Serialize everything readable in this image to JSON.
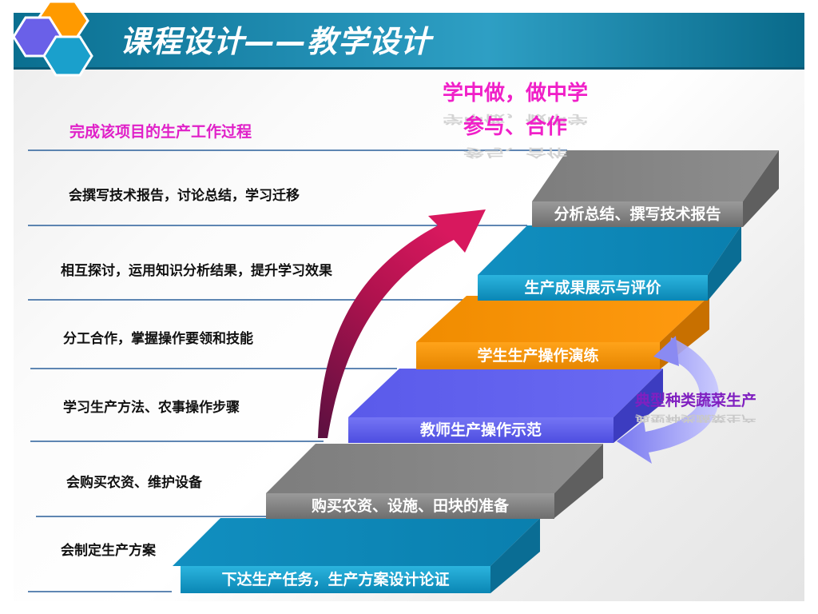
{
  "title": "课程设计——教学设计",
  "section_heading": "完成该项目的生产工作过程",
  "motto": [
    "学中做，做中学",
    "参与、合作"
  ],
  "side_caption": "典型种类蔬菜生产",
  "left_labels": [
    "会撰写技术报告，讨论总结，学习迁移",
    "相互探讨，运用知识分析结果，提升学习效果",
    "分工合作，掌握操作要领和技能",
    "学习生产方法、农事操作步骤",
    "会购买农资、维护设备",
    "会制定生产方案"
  ],
  "steps": [
    {
      "label": "下达生产任务，生产方案设计论证",
      "color": "#1aa0cc"
    },
    {
      "label": "购买农资、设施、田块的准备",
      "color": "#8e8e8e"
    },
    {
      "label": "教师生产操作示范",
      "color": "#6a6af0"
    },
    {
      "label": "学生生产操作演练",
      "color": "#ff9900"
    },
    {
      "label": "生产成果展示与评价",
      "color": "#1aa0cc"
    },
    {
      "label": "分析总结、撰写技术报告",
      "color": "#8e8e8e"
    }
  ],
  "colors": {
    "header": "#1f8bb0",
    "arrow": "#c0145a",
    "loop_arrow": "#9a9af5",
    "motto": "#f020c8",
    "side_caption": "#8020c0",
    "heading": "#e020c8"
  },
  "icons": [
    "hexagon-cluster-logo",
    "curved-up-arrow-icon",
    "loop-arrow-icon"
  ]
}
